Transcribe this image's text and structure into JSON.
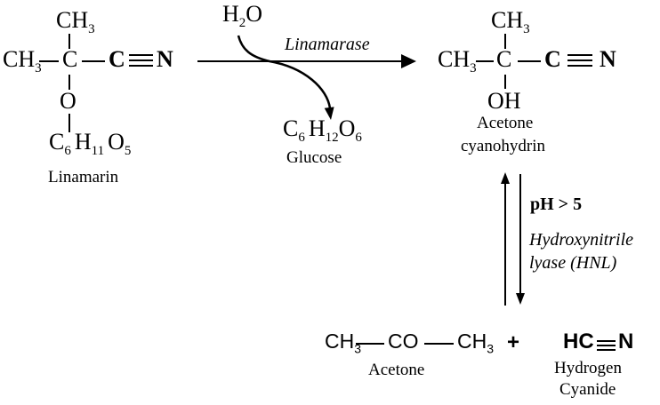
{
  "linamarin": {
    "methyl_top": {
      "base": "CH",
      "sub": "3"
    },
    "methyl_left": {
      "base": "CH",
      "sub": "3"
    },
    "central_c": "C",
    "nitrile_c": "C",
    "nitrile_n": "N",
    "ether_o": "O",
    "sugar": {
      "c": "C",
      "c_sub": "6",
      "h": "H",
      "h_sub": "11",
      "o": "O",
      "o_sub": "5"
    },
    "label": "Linamarin"
  },
  "hydrolysis": {
    "water": {
      "h": "H",
      "sub": "2",
      "o": "O"
    },
    "enzyme": "Linamarase",
    "glucose": {
      "c": "C",
      "c_sub": "6",
      "h": "H",
      "h_sub": "12",
      "o": "O",
      "o_sub": "6"
    },
    "glucose_label": "Glucose"
  },
  "cyanohydrin": {
    "methyl_top": {
      "base": "CH",
      "sub": "3"
    },
    "methyl_left": {
      "base": "CH",
      "sub": "3"
    },
    "central_c": "C",
    "nitrile_c": "C",
    "nitrile_n": "N",
    "hydroxyl": "OH",
    "label_line1": "Acetone",
    "label_line2": "cyanohydrin"
  },
  "dissociation": {
    "condition": "pH > 5",
    "enzyme_line1": "Hydroxynitrile",
    "enzyme_line2": "lyase (HNL)"
  },
  "products": {
    "acetone": {
      "ch_left": {
        "base": "CH",
        "sub": "3"
      },
      "co": "CO",
      "ch_right": {
        "base": "CH",
        "sub": "3"
      },
      "label": "Acetone"
    },
    "plus": "+",
    "hydrogen_cyanide": {
      "hc": "HC",
      "n": "N",
      "label_line1": "Hydrogen",
      "label_line2": "Cyanide"
    }
  },
  "colors": {
    "ink": "#000000",
    "background": "#ffffff"
  }
}
